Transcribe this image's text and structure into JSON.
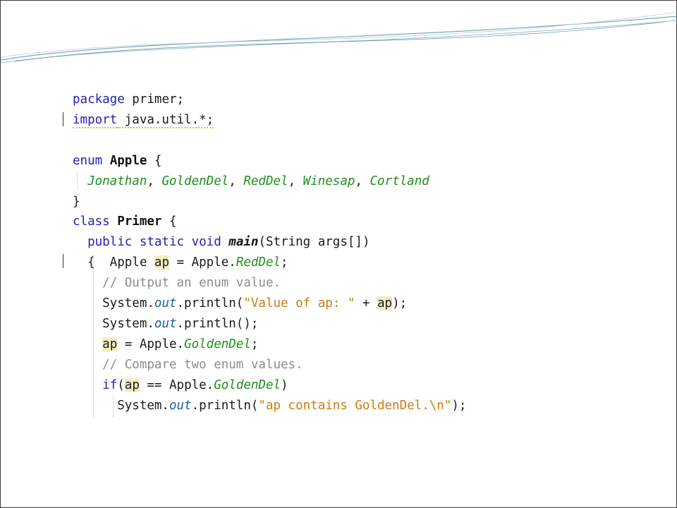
{
  "code_lines": [
    {
      "parts": [
        [
          "kw",
          "package"
        ],
        [
          "p",
          " primer;"
        ]
      ]
    },
    {
      "parts": [
        [
          "kw",
          "import"
        ],
        [
          "p",
          " java.util.*;"
        ]
      ]
    },
    {
      "parts": []
    },
    {
      "parts": [
        [
          "kw",
          "enum"
        ],
        [
          "p",
          " "
        ],
        [
          "bold",
          "Apple"
        ],
        [
          "p",
          " {"
        ]
      ]
    },
    {
      "parts": [
        [
          "p",
          "  "
        ],
        [
          "enum-const",
          "Jonathan"
        ],
        [
          "p",
          ", "
        ],
        [
          "enum-const",
          "GoldenDel"
        ],
        [
          "p",
          ", "
        ],
        [
          "enum-const",
          "RedDel"
        ],
        [
          "p",
          ", "
        ],
        [
          "enum-const",
          "Winesap"
        ],
        [
          "p",
          ", "
        ],
        [
          "enum-const",
          "Cortland"
        ]
      ]
    },
    {
      "parts": [
        [
          "p",
          "}"
        ]
      ]
    },
    {
      "parts": [
        [
          "kw",
          "class"
        ],
        [
          "p",
          " "
        ],
        [
          "bold",
          "Primer"
        ],
        [
          "p",
          " {"
        ]
      ]
    },
    {
      "parts": [
        [
          "p",
          "  "
        ],
        [
          "kw",
          "public static void"
        ],
        [
          "p",
          " "
        ],
        [
          "method",
          "main"
        ],
        [
          "p",
          "(String args[])"
        ]
      ]
    },
    {
      "parts": [
        [
          "p",
          "  {  Apple "
        ],
        [
          "mark",
          "ap"
        ],
        [
          "p",
          " = Apple."
        ],
        [
          "enum-const",
          "RedDel"
        ],
        [
          "p",
          ";"
        ]
      ]
    },
    {
      "parts": [
        [
          "p",
          "    "
        ],
        [
          "cm",
          "// Output an enum value."
        ]
      ]
    },
    {
      "parts": [
        [
          "p",
          "    System."
        ],
        [
          "field",
          "out"
        ],
        [
          "p",
          ".println("
        ],
        [
          "str",
          "\"Value of ap: \""
        ],
        [
          "p",
          " + "
        ],
        [
          "mark",
          "ap"
        ],
        [
          "p",
          ");"
        ]
      ]
    },
    {
      "parts": [
        [
          "p",
          "    System."
        ],
        [
          "field",
          "out"
        ],
        [
          "p",
          ".println();"
        ]
      ]
    },
    {
      "parts": [
        [
          "p",
          "    "
        ],
        [
          "mark",
          "ap"
        ],
        [
          "p",
          " = Apple."
        ],
        [
          "enum-const",
          "GoldenDel"
        ],
        [
          "p",
          ";"
        ]
      ]
    },
    {
      "parts": [
        [
          "p",
          "    "
        ],
        [
          "cm",
          "// Compare two enum values."
        ]
      ]
    },
    {
      "parts": [
        [
          "p",
          "    "
        ],
        [
          "kw",
          "if"
        ],
        [
          "p",
          "("
        ],
        [
          "mark",
          "ap"
        ],
        [
          "p",
          " == Apple."
        ],
        [
          "enum-const",
          "GoldenDel"
        ],
        [
          "p",
          ")"
        ]
      ]
    },
    {
      "parts": [
        [
          "p",
          "      System."
        ],
        [
          "field",
          "out"
        ],
        [
          "p",
          ".println("
        ],
        [
          "str",
          "\"ap contains GoldenDel.\\n\""
        ],
        [
          "p",
          ");"
        ]
      ]
    }
  ],
  "colors": {
    "keyword": "#1f1fb8",
    "enum_constant": "#1c8f1c",
    "static_field": "#1b5fa8",
    "string": "#d07a10",
    "comment": "#8c8c8c",
    "occurrence_highlight": "#f2eec0"
  }
}
